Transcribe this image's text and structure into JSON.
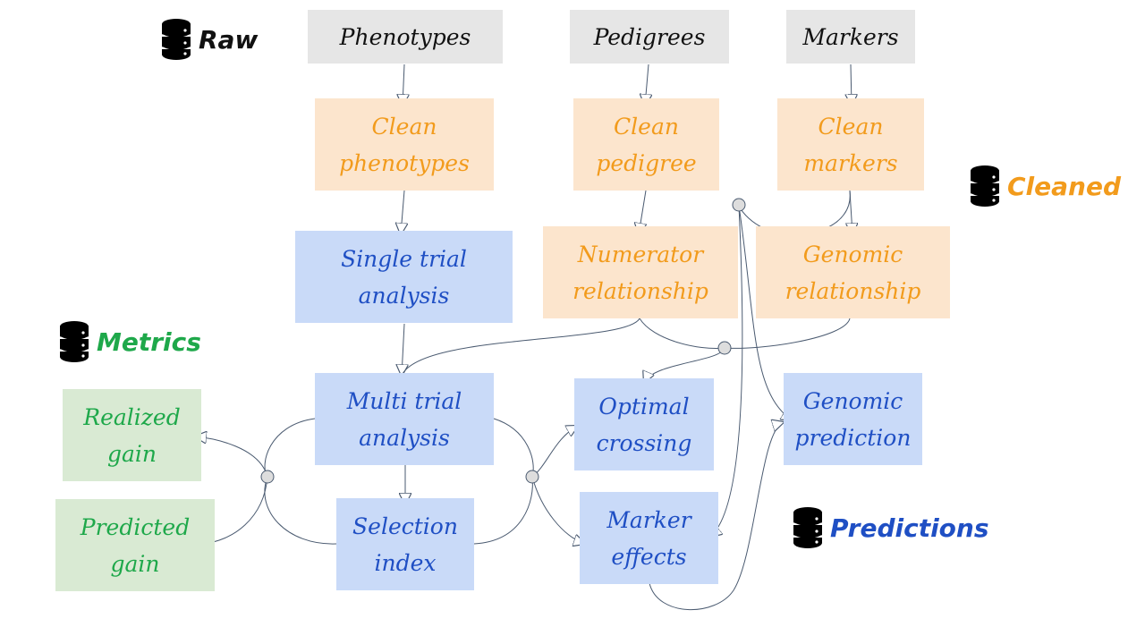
{
  "legend": {
    "raw": {
      "label": "Raw",
      "color": "#111111",
      "icon": "database-icon"
    },
    "cleaned": {
      "label": "Cleaned",
      "color": "#f29b1c",
      "icon": "database-icon"
    },
    "metrics": {
      "label": "Metrics",
      "color": "#1ea84a",
      "icon": "database-icon"
    },
    "predictions": {
      "label": "Predictions",
      "color": "#1f4fc4",
      "icon": "database-icon"
    }
  },
  "nodes": {
    "phenotypes": "Phenotypes",
    "pedigrees": "Pedigrees",
    "markers": "Markers",
    "clean_phenotypes": "Clean phenotypes",
    "clean_pedigree": "Clean pedigree",
    "clean_markers": "Clean markers",
    "single_trial": "Single trial analysis",
    "numerator_rel": "Numerator relationship",
    "genomic_rel": "Genomic relationship",
    "multi_trial": "Multi trial analysis",
    "optimal_crossing": "Optimal crossing",
    "genomic_prediction": "Genomic prediction",
    "selection_index": "Selection index",
    "marker_effects": "Marker effects",
    "realized_gain": "Realized gain",
    "predicted_gain": "Predicted gain"
  },
  "colors": {
    "raw_fill": "#e6e6e6",
    "clean_fill": "#fce5cd",
    "analysis_fill": "#c9daf8",
    "metric_fill": "#d9ead3",
    "wire": "#4a5a70"
  }
}
